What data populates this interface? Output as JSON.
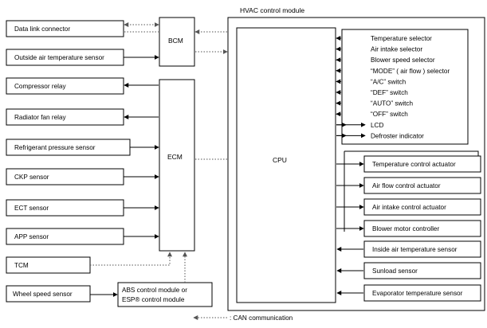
{
  "hvac_module": {
    "title": "HVAC control module",
    "cpu": "CPU"
  },
  "bcm": {
    "label": "BCM"
  },
  "ecm": {
    "label": "ECM"
  },
  "left_components": {
    "data_link_connector": "Data link connector",
    "outside_air_temperature_sensor": "Outside air temperature sensor",
    "compressor_relay": "Compressor relay",
    "radiator_fan_relay": "Radiator fan relay",
    "refrigerant_pressure_sensor": "Refrigerant pressure sensor",
    "ckp_sensor": "CKP sensor",
    "ect_sensor": "ECT sensor",
    "app_sensor": "APP sensor",
    "tcm": "TCM",
    "wheel_speed_sensor": "Wheel speed sensor"
  },
  "abs_module": {
    "line1": "ABS control module or",
    "line2": "ESP® control module"
  },
  "panel_inputs": [
    "Temperature selector",
    "Air intake selector",
    "Blower speed selector",
    "“MODE” ( air flow ) selector",
    "“A/C” switch",
    "“DEF” switch",
    "“AUTO” switch",
    "“OFF” switch",
    "LCD",
    "Defroster indicator"
  ],
  "right_components": [
    "Temperature control actuator",
    "Air flow control actuator",
    "Air intake control actuator",
    "Blower motor controller",
    "Inside air temperature sensor",
    "Sunload sensor",
    "Evaporator temperature sensor"
  ],
  "legend": {
    "label": ": CAN communication"
  }
}
